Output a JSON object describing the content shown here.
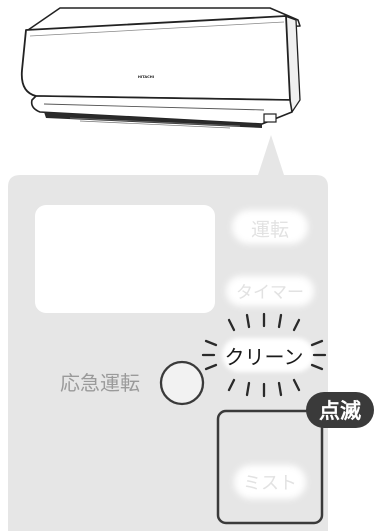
{
  "air_conditioner": {
    "brand": "HITACHI"
  },
  "panel": {
    "lamps": {
      "operation": "運転",
      "timer": "タイマー",
      "clean": "クリーン",
      "mist": "ミスト"
    },
    "emergency_label": "応急運転",
    "blink_badge": "点滅"
  },
  "colors": {
    "panel_fill": "#e6e6e6",
    "glow": "#ffffff",
    "outline": "#3a3a3a",
    "emergency_text": "#9a9a9a",
    "badge_fill": "#3a3a3a",
    "badge_text": "#ffffff",
    "clean_text": "#1a1a1a"
  }
}
